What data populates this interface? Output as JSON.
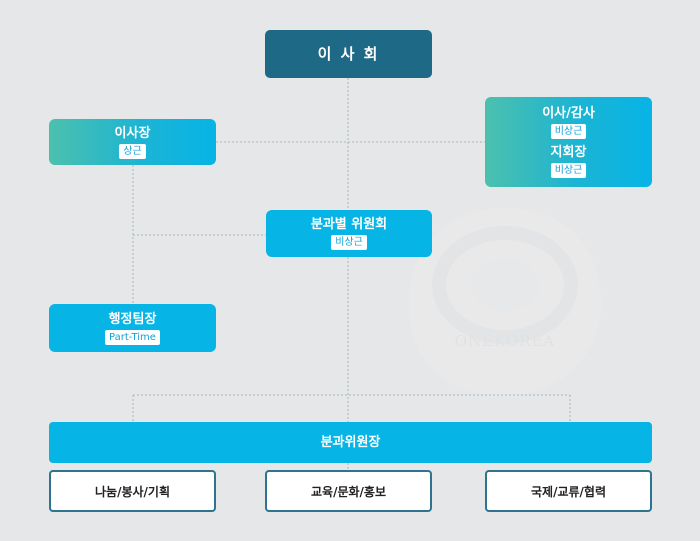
{
  "board": {
    "title": "이 사 회"
  },
  "chairman": {
    "title": "이사장",
    "badge": "상근"
  },
  "directors": {
    "title1": "이사/감사",
    "badge1": "비상근",
    "title2": "지회장",
    "badge2": "비상근"
  },
  "subcommittee": {
    "title": "분과별 위원회",
    "badge": "비상근"
  },
  "admin": {
    "title": "행정팀장",
    "badge": "Part-Time"
  },
  "chairs": {
    "title": "분과위원장"
  },
  "divisions": [
    "나눔/봉사/기획",
    "교육/문화/홍보",
    "국제/교류/협력"
  ],
  "watermark": {
    "text": "ONEKOREA"
  },
  "colors": {
    "navy": "#1e6985",
    "cyan": "#06b4e6",
    "teal": "#4cc0ad",
    "background": "#e6e7e8",
    "outline": "#2e7390"
  }
}
